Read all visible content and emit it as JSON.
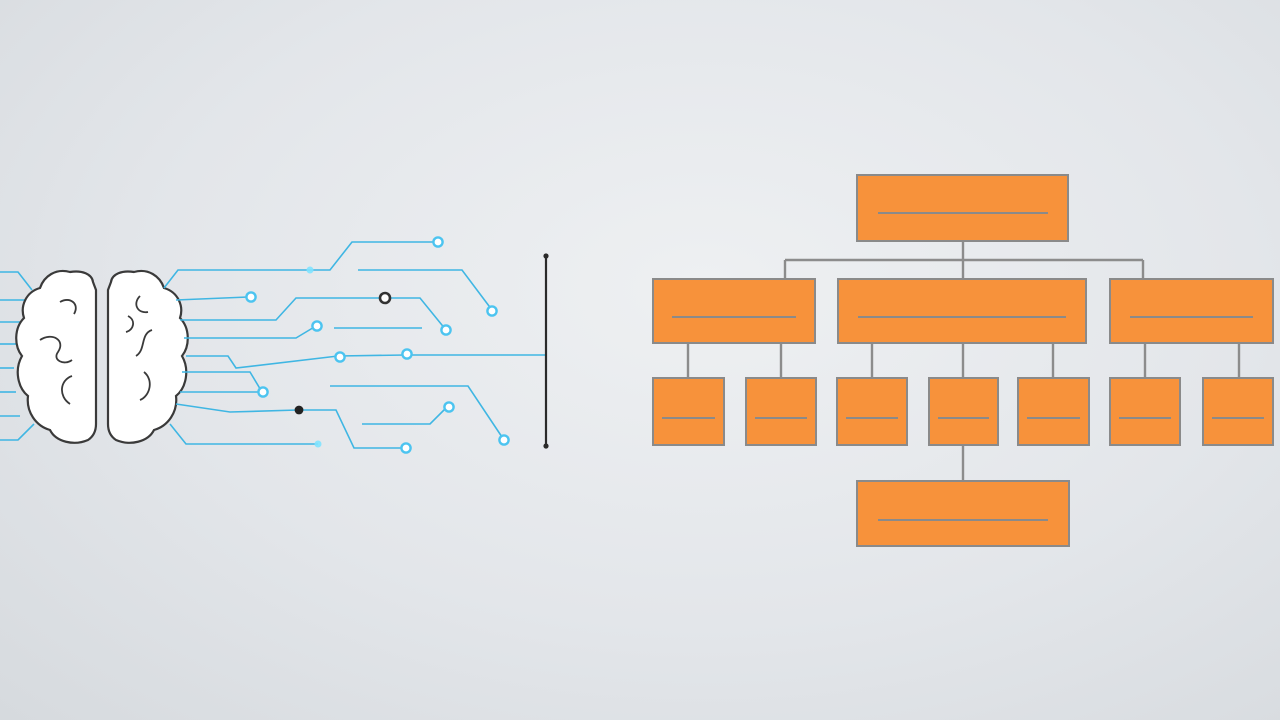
{
  "scene": {
    "background_color": "#e3e6ea",
    "left_graphic": "brain-circuit-illustration",
    "right_graphic": "org-chart"
  },
  "colors": {
    "circuit_line": "#3fb6e3",
    "circuit_node": "#4cc4f0",
    "dark_node": "#333333",
    "brain_outline": "#3a3a3a",
    "brain_fill": "#ffffff",
    "org_box_fill": "#f7923b",
    "org_box_stroke": "#8a8a8a",
    "org_connector": "#8c8c8c",
    "placeholder_line": "#8a8a8a"
  },
  "org_chart": {
    "levels": [
      {
        "level": "top",
        "box_count": 1
      },
      {
        "level": "second",
        "box_count": 3
      },
      {
        "level": "third",
        "box_count": 7
      },
      {
        "level": "bottom",
        "box_count": 1
      }
    ],
    "box_text": "placeholder-lines"
  }
}
